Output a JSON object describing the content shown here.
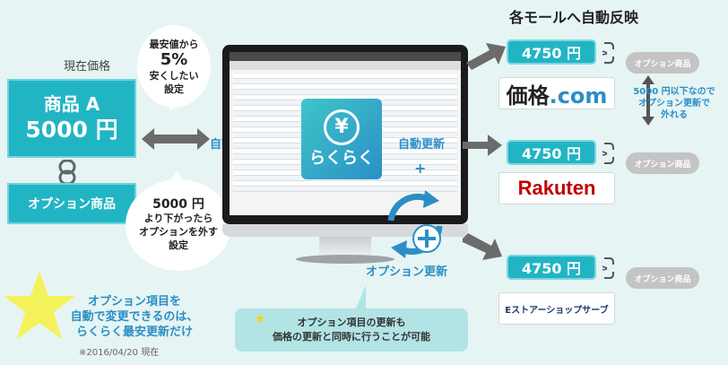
{
  "left": {
    "current_label": "現在価格",
    "product_name": "商品 A",
    "product_price": "5000 円",
    "option_label": "オプション商品"
  },
  "bubbles": {
    "top_line1": "最安値から",
    "top_big": "5%",
    "top_line2": "安くしたい",
    "top_line3": "設定",
    "bottom_big": "5000 円",
    "bottom_line1": "より下がったら",
    "bottom_line2": "オプションを外す",
    "bottom_line3": "設定"
  },
  "flow": {
    "auto_check": "自動調査",
    "auto_update": "自動更新",
    "option_update": "オプション更新",
    "plus": "+"
  },
  "app": {
    "yen": "¥",
    "name": "らくらく"
  },
  "right": {
    "title": "各モールへ自動反映",
    "side_note_1": "5000 円以下なので",
    "side_note_2": "オプション更新で",
    "side_note_3": "外れる",
    "stores": [
      {
        "price": "4750 円",
        "logo": "価格",
        "logo_dot": ".com",
        "option_tag": "オプション商品"
      },
      {
        "price": "4750 円",
        "logo": "Rakuten",
        "option_tag": "オプション商品"
      },
      {
        "price": "4750 円",
        "logo_e": "E",
        "logo": "Eストアーショップサーブ",
        "option_tag": "オプション商品"
      }
    ]
  },
  "notes": {
    "bottom_left_1": "オプション項目を",
    "bottom_left_2": "自動で変更できるのは、",
    "bottom_left_3": "らくらく最安更新だけ",
    "date_note": "※2016/04/20 現在",
    "box_line1": "オプション項目の更新も",
    "box_line2": "価格の更新と同時に行うことが可能"
  },
  "colors": {
    "accent": "#21b5c4",
    "accent_blue": "#2b8fc6",
    "background": "#e6f4f4",
    "gray_tag": "#c4c4c4",
    "arrow_gray": "#6b6b6b",
    "star": "#f4f25a"
  },
  "icons": [
    "chain-icon",
    "broken-link-icon",
    "double-arrow-icon",
    "cycle-arrows-icon",
    "star-icon",
    "yen-icon"
  ]
}
